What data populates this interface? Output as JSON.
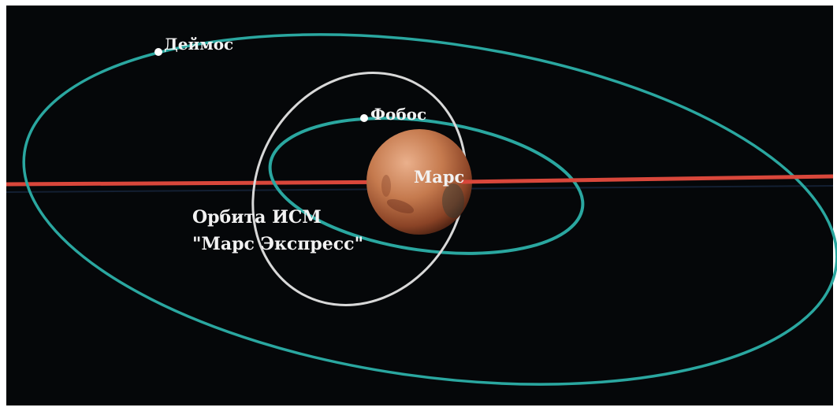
{
  "labels": {
    "deimos": "Деймос",
    "phobos": "Фобос",
    "mars": "Марс",
    "orbit_line1": "Орбита ИСМ",
    "orbit_line2": "\"Марс Экспресс\""
  },
  "colors": {
    "background": "#050709",
    "moon_orbit": "#2aa7a0",
    "spacecraft_orbit": "#d8d8d8",
    "equator_line": "#d9473b",
    "mars_light": "#e0a07a",
    "mars_mid": "#b9653e",
    "mars_dark": "#5a2a1a",
    "moon_dot": "#ffffff",
    "label_text": "#f2f2f2"
  }
}
